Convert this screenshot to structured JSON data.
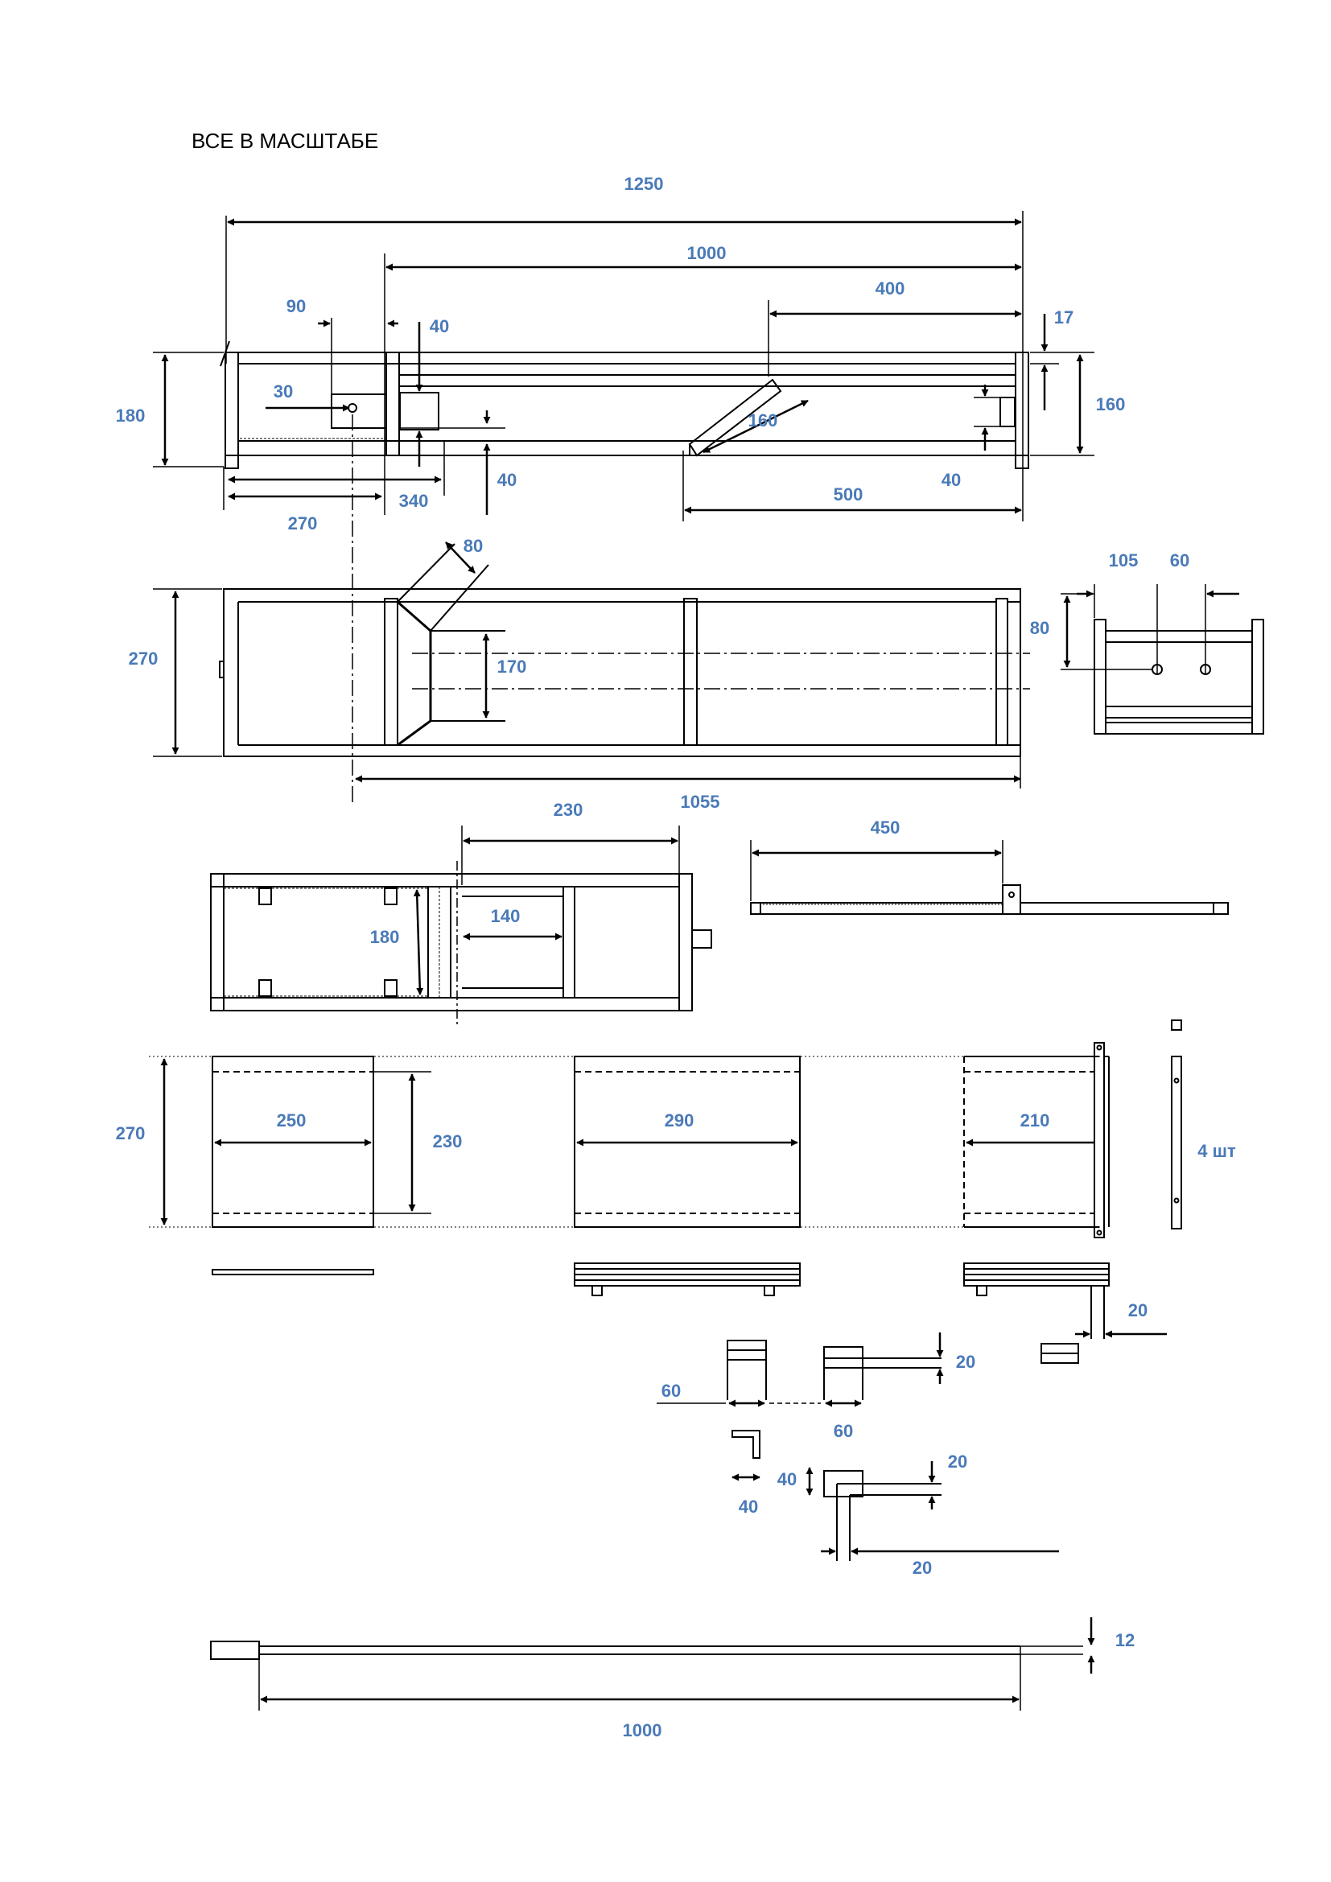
{
  "title": "ВСЕ В МАСШТАБЕ",
  "dim_color": "#4a7ab8",
  "dims": {
    "d1250": "1250",
    "d1000a": "1000",
    "d90": "90",
    "d40a": "40",
    "d400": "400",
    "d17": "17",
    "d180a": "180",
    "d30": "30",
    "d160a": "160",
    "d160b": "160",
    "d40b": "40",
    "d40c": "40",
    "d270a": "270",
    "d340": "340",
    "d500": "500",
    "d80a": "80",
    "d270b": "270",
    "d170": "170",
    "d105": "105",
    "d60a": "60",
    "d80b": "80",
    "d1055": "1055",
    "d230a": "230",
    "d450": "450",
    "d140": "140",
    "d180b": "180",
    "d270c": "270",
    "d250": "250",
    "d230b": "230",
    "d290": "290",
    "d210": "210",
    "d4pcs": "4 шт",
    "d20a": "20",
    "d20b": "20",
    "d60b": "60",
    "d60c": "60",
    "d20c": "20",
    "d40d": "40",
    "d40e": "40",
    "d20d": "20",
    "d12": "12",
    "d1000b": "1000"
  }
}
